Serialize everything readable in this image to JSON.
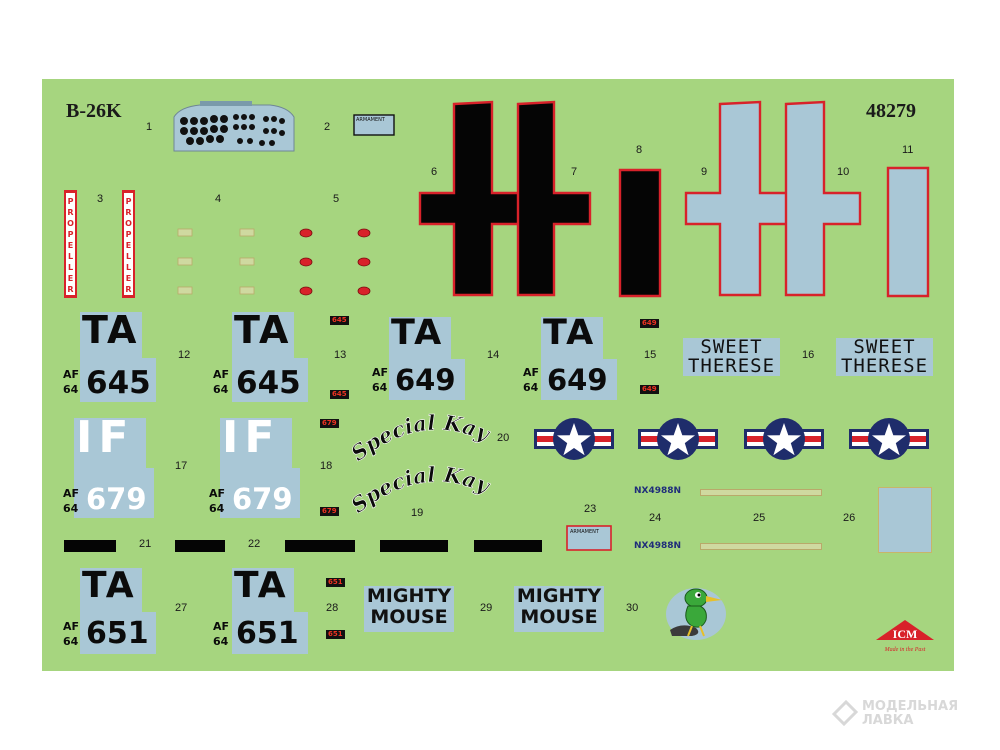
{
  "sheet": {
    "model": "B-26K",
    "catalog": "48279"
  },
  "numbers": [
    "1",
    "2",
    "3",
    "4",
    "5",
    "6",
    "7",
    "8",
    "9",
    "10",
    "11",
    "12",
    "13",
    "14",
    "15",
    "16",
    "17",
    "18",
    "19",
    "20",
    "21",
    "22",
    "23",
    "24",
    "25",
    "26",
    "27",
    "28",
    "29",
    "30"
  ],
  "labels": {
    "armament": "ARMAMENT",
    "propeller": "PROPELLER"
  },
  "codes": {
    "ta": "TA",
    "if": "IF",
    "af": "AF",
    "yr": "64",
    "s645": "645",
    "s649": "649",
    "s679": "679",
    "s651": "651"
  },
  "nose_art": {
    "sweet_line1": "SWEET",
    "sweet_line2": "THERESE",
    "special_kay": "Special Kay",
    "mighty_line1": "MIGHTY",
    "mighty_line2": "MOUSE"
  },
  "registration": "NX4988N",
  "brand": {
    "name": "ICM",
    "slogan": "Made in the Past"
  },
  "watermark": {
    "line1": "МОДЕЛЬНАЯ",
    "line2": "ЛАВКА"
  },
  "colors": {
    "sheet": "#a6d57f",
    "panel": "#a9c7d6",
    "black": "#050505",
    "red": "#d8222a",
    "blue": "#1f2d6b"
  }
}
